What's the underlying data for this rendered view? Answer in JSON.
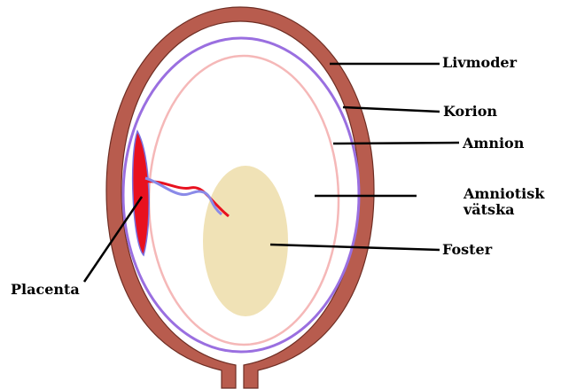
{
  "labels": {
    "livmoder": "Livmoder",
    "korion": "Korion",
    "amnion": "Amnion",
    "amniotisk_line1": "Amniotisk",
    "amniotisk_line2": "vätska",
    "foster": "Foster",
    "placenta": "Placenta"
  },
  "colors": {
    "uterus_wall": "#b85c4e",
    "chorion": "#9a6fe0",
    "amnion": "#f5b8b8",
    "fetus": "#f0e2b6",
    "placenta": "#e8111f",
    "umbilical_vein": "#e8111f",
    "umbilical_artery": "#8a8ae8",
    "leader_line": "#000000"
  }
}
